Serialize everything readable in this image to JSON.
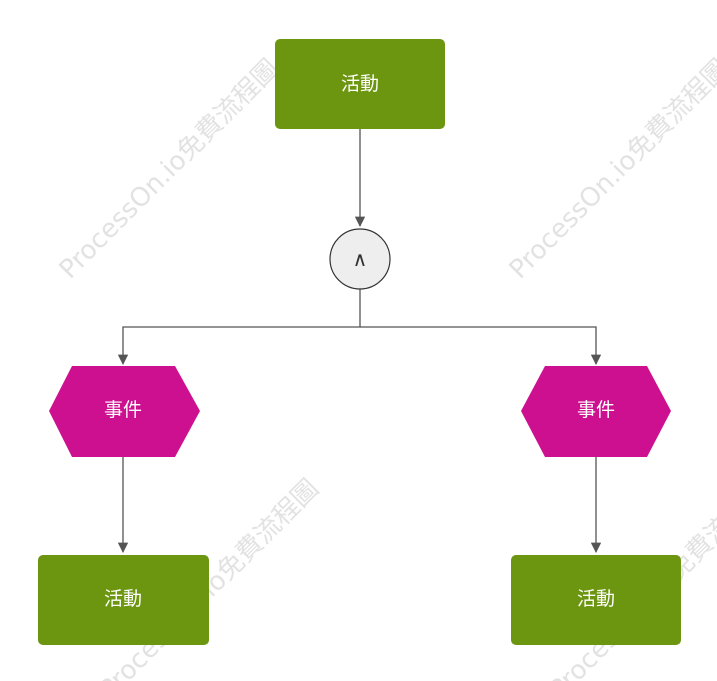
{
  "watermark": "ProcessOn.io免費流程圖",
  "colors": {
    "activity": "#6c9510",
    "event": "#cc1090",
    "gate_fill": "#eeeeee",
    "gate_stroke": "#333333",
    "edge": "#555555"
  },
  "nodes": {
    "top_activity": {
      "label": "活動"
    },
    "and_gate": {
      "label": "∧"
    },
    "left_event": {
      "label": "事件"
    },
    "right_event": {
      "label": "事件"
    },
    "left_activity": {
      "label": "活動"
    },
    "right_activity": {
      "label": "活動"
    }
  }
}
